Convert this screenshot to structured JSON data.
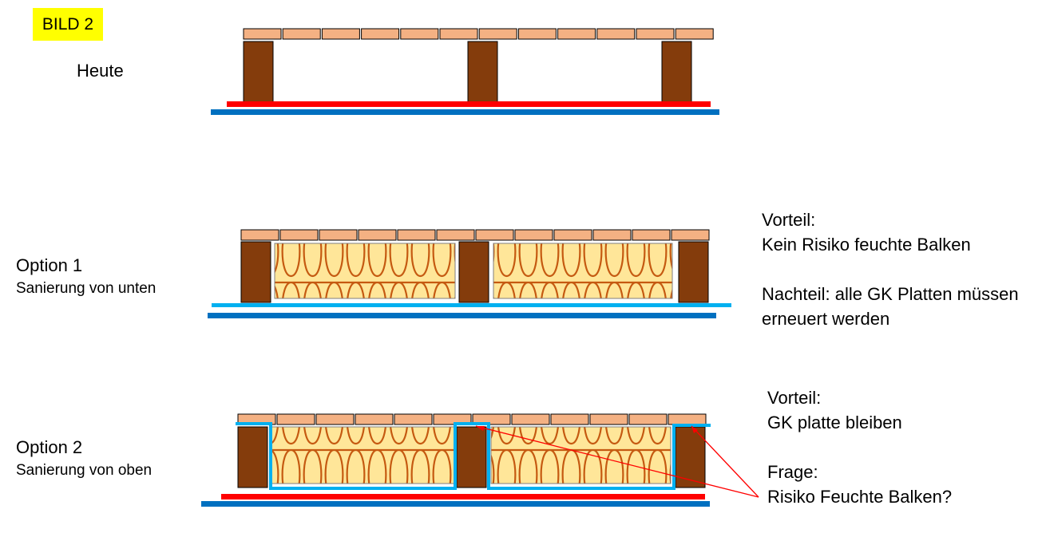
{
  "badge": "BILD 2",
  "today": {
    "title": "Heute"
  },
  "option1": {
    "title": "Option 1",
    "subtitle": "Sanierung von unten",
    "advantage_heading": "Vorteil:",
    "advantage_text": "Kein Risiko feuchte Balken",
    "disadvantage_line1": "Nachteil: alle GK Platten müssen",
    "disadvantage_line2": "erneuert werden"
  },
  "option2": {
    "title": "Option 2",
    "subtitle": "Sanierung von oben",
    "advantage_heading": "Vorteil:",
    "advantage_text": "GK platte bleiben",
    "question_heading": "Frage:",
    "question_text": "Risiko Feuchte Balken?"
  },
  "colors": {
    "badge_bg": "#ffff00",
    "floor_board": "#f4b183",
    "beam": "#843c0c",
    "vapor_barrier_red": "#ff0000",
    "ceiling_board_blue": "#0070c0",
    "membrane_light_blue": "#00b0f0",
    "insulation_fill": "#ffe699",
    "insulation_wave": "#c55a11",
    "arrow_red": "#ff0000"
  }
}
